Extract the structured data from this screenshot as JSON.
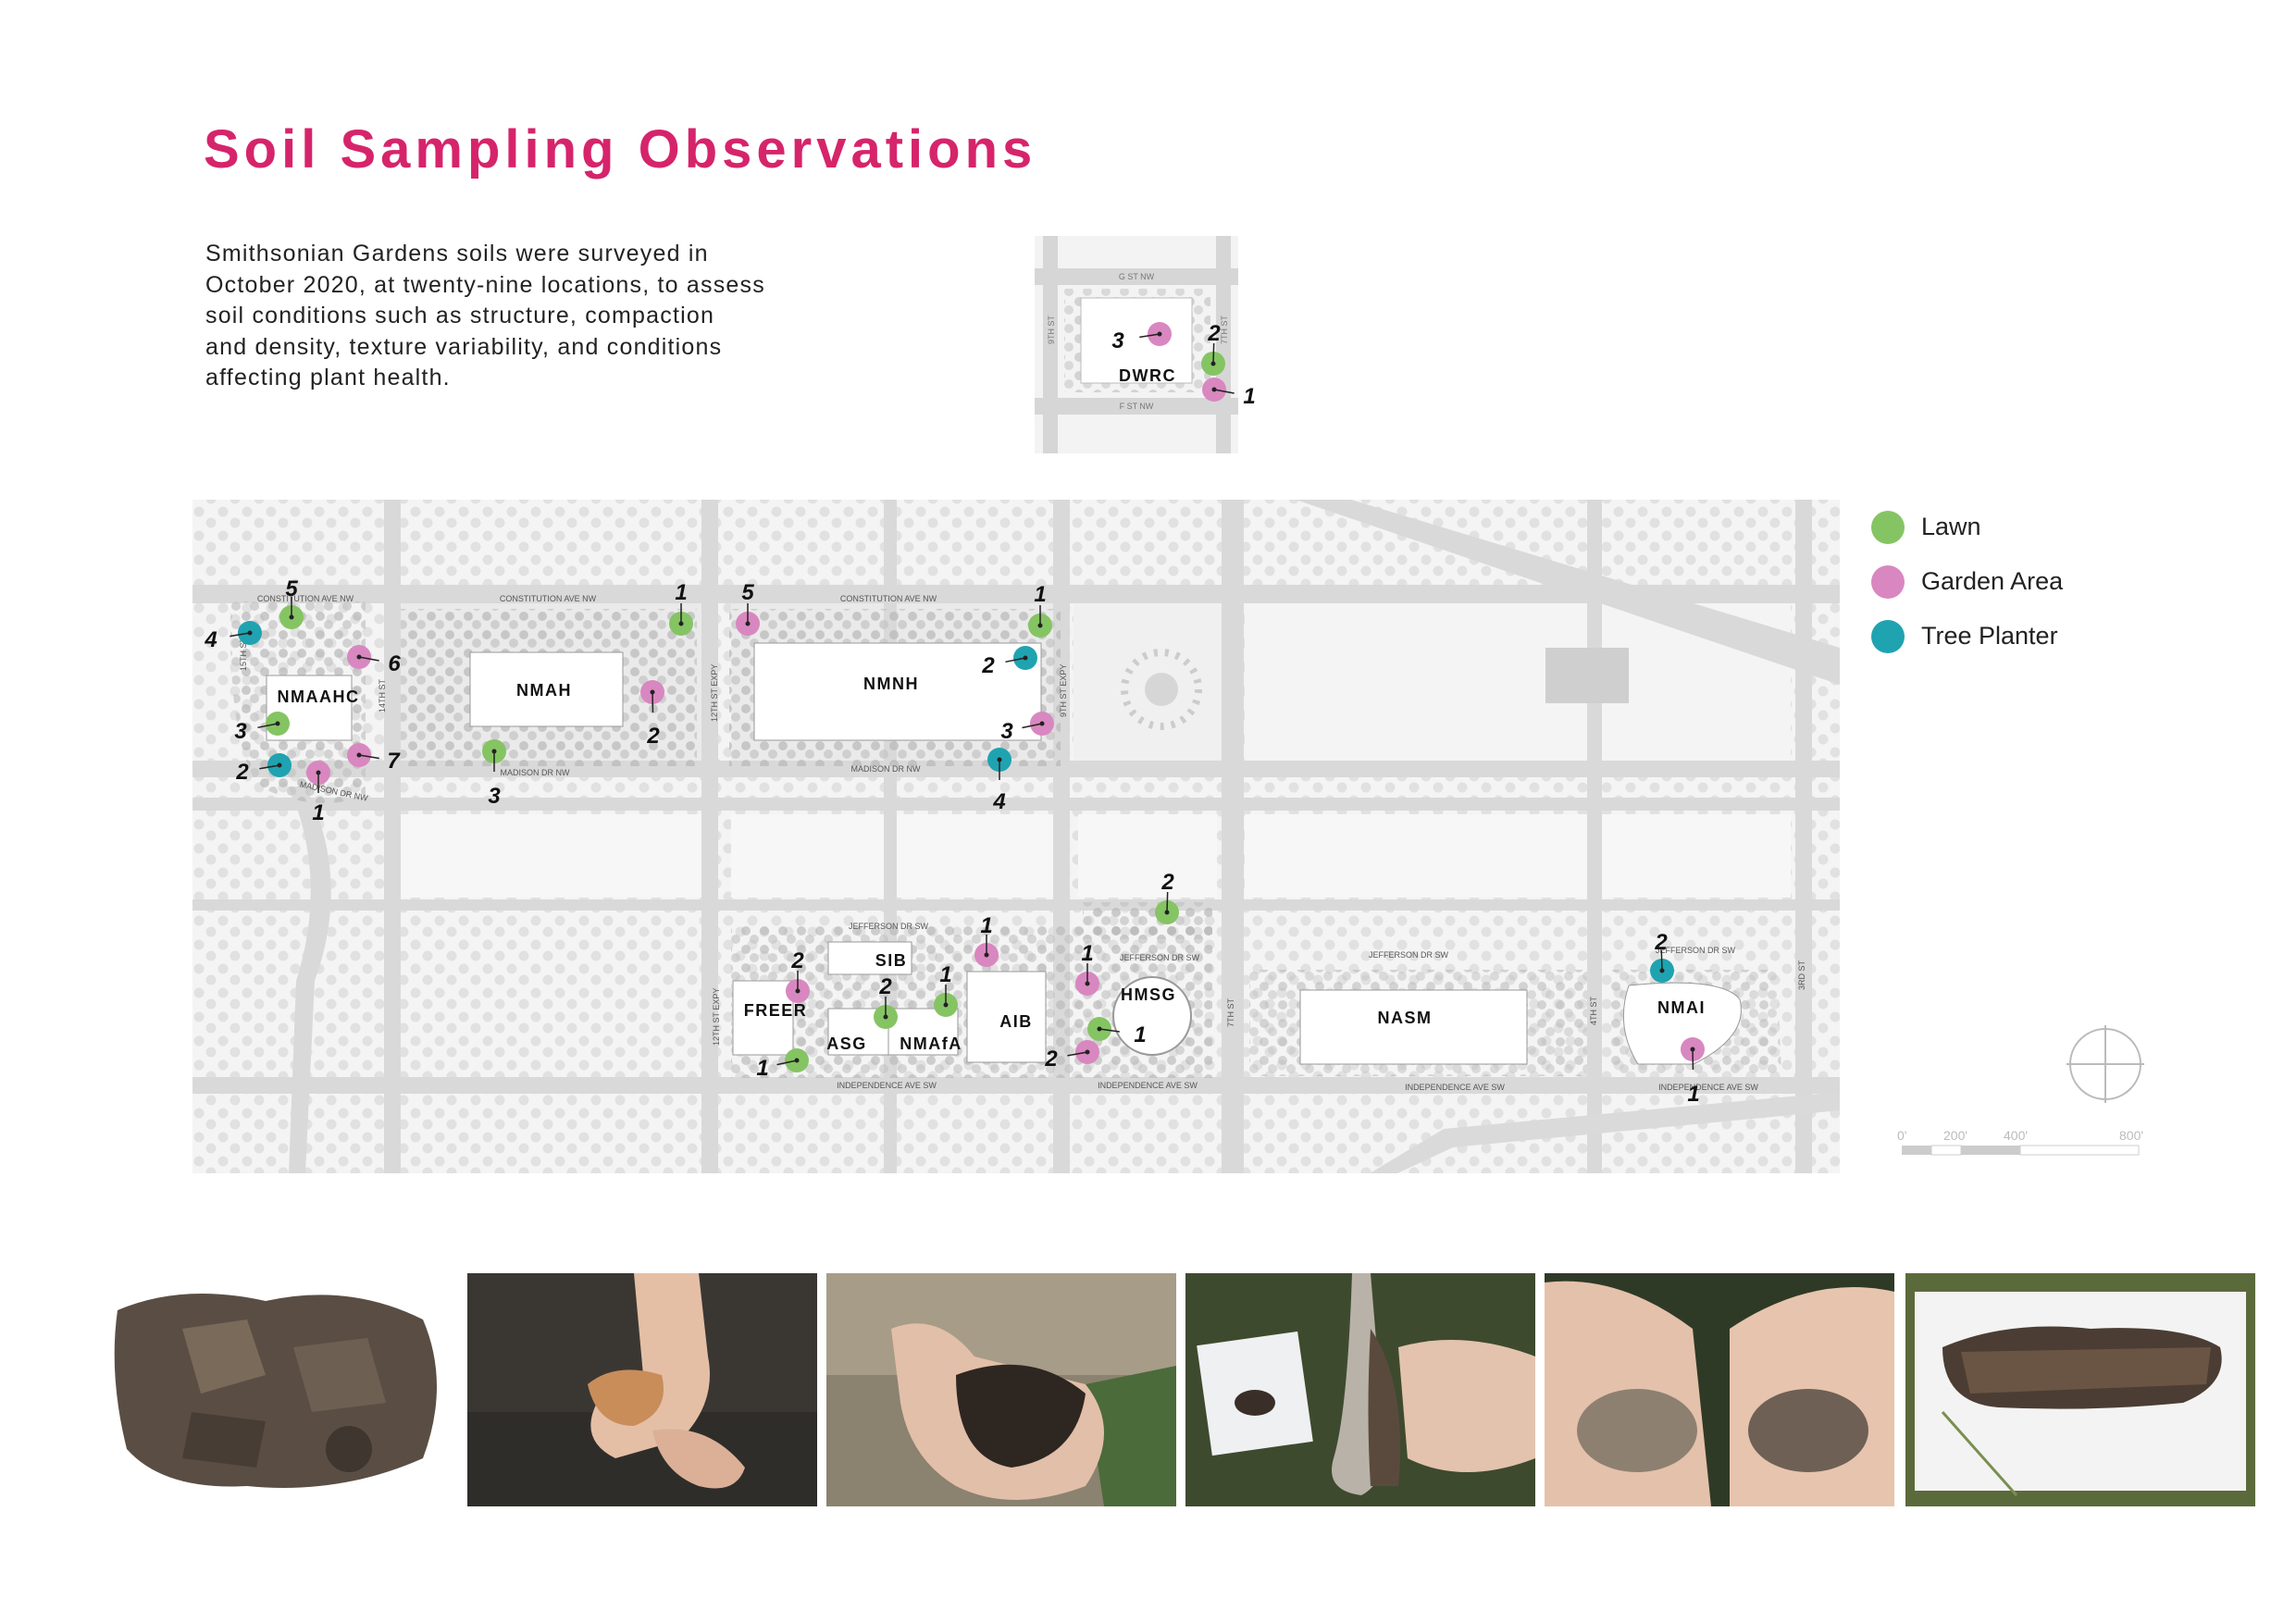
{
  "title": "Soil Sampling Observations",
  "intro_lines": [
    "Smithsonian Gardens soils were surveyed in",
    "October 2020, at twenty-nine locations, to assess",
    "soil conditions such as structure, compaction",
    "and density, texture variability, and conditions",
    "affecting plant health."
  ],
  "legend": [
    {
      "label": "Lawn",
      "color": "#85c463",
      "type": "lawn"
    },
    {
      "label": "Garden Area",
      "color": "#d987c0",
      "type": "garden"
    },
    {
      "label": "Tree Planter",
      "color": "#1fa3b1",
      "type": "tree"
    }
  ],
  "colors": {
    "title": "#d6246b",
    "lawn": "#85c463",
    "garden": "#d987c0",
    "tree": "#1fa3b1",
    "street": "#d9d9d9",
    "block": "#f2f2f2"
  },
  "buildings": [
    "DWRC",
    "NMAAHC",
    "NMAH",
    "NMNH",
    "FREER",
    "SIB",
    "ASG",
    "NMAfA",
    "AIB",
    "HMSG",
    "NASM",
    "NMAI"
  ],
  "streets": [
    "G ST NW",
    "F ST NW",
    "9TH ST",
    "7TH ST",
    "CONSTITUTION AVE NW",
    "CONSTITUTION AVE NW",
    "CONSTITUTION AVE NW",
    "15TH ST",
    "14TH ST",
    "12TH ST EXPY",
    "9TH ST EXPY",
    "MADISON DR NW",
    "MADISON DR NW",
    "MADISON DR NW",
    "JEFFERSON DR SW",
    "JEFFERSON DR SW",
    "JEFFERSON DR SW",
    "JEFFERSON DR SW",
    "12TH ST EXPY",
    "7TH ST",
    "4TH ST",
    "3RD ST",
    "INDEPENDENCE AVE SW",
    "INDEPENDENCE AVE SW",
    "INDEPENDENCE AVE SW",
    "INDEPENDENCE AVE SW"
  ],
  "samples": {
    "dwrc": [
      {
        "n": "3",
        "type": "garden"
      },
      {
        "n": "2",
        "type": "lawn"
      },
      {
        "n": "1",
        "type": "garden"
      }
    ],
    "nmaahc": [
      {
        "n": "5",
        "type": "lawn"
      },
      {
        "n": "4",
        "type": "tree"
      },
      {
        "n": "6",
        "type": "garden"
      },
      {
        "n": "3",
        "type": "lawn"
      },
      {
        "n": "2",
        "type": "tree"
      },
      {
        "n": "7",
        "type": "garden"
      },
      {
        "n": "1",
        "type": "garden"
      }
    ],
    "nmah": [
      {
        "n": "1",
        "type": "lawn"
      },
      {
        "n": "2",
        "type": "garden"
      },
      {
        "n": "3",
        "type": "lawn"
      }
    ],
    "nmnh": [
      {
        "n": "5",
        "type": "garden"
      },
      {
        "n": "1",
        "type": "lawn"
      },
      {
        "n": "2",
        "type": "tree"
      },
      {
        "n": "3",
        "type": "garden"
      },
      {
        "n": "4",
        "type": "tree"
      }
    ],
    "south": [
      {
        "n": "2",
        "type": "garden"
      },
      {
        "n": "1",
        "type": "lawn"
      },
      {
        "n": "2",
        "type": "lawn"
      },
      {
        "n": "1",
        "type": "lawn"
      },
      {
        "n": "1",
        "type": "garden"
      },
      {
        "n": "1",
        "type": "garden"
      },
      {
        "n": "1",
        "type": "lawn"
      },
      {
        "n": "2",
        "type": "garden"
      },
      {
        "n": "2",
        "type": "lawn"
      }
    ],
    "nmai": [
      {
        "n": "2",
        "type": "tree"
      },
      {
        "n": "1",
        "type": "garden"
      }
    ]
  },
  "scale_labels": [
    "0'",
    "200'",
    "400'",
    "800'"
  ],
  "photos": [
    {
      "alt": "soil-clumps-on-white"
    },
    {
      "alt": "hand-holding-clay-clod"
    },
    {
      "alt": "hand-with-dark-soil"
    },
    {
      "alt": "shovel-with-soil"
    },
    {
      "alt": "two-hands-with-soil"
    },
    {
      "alt": "soil-core-on-white"
    }
  ]
}
